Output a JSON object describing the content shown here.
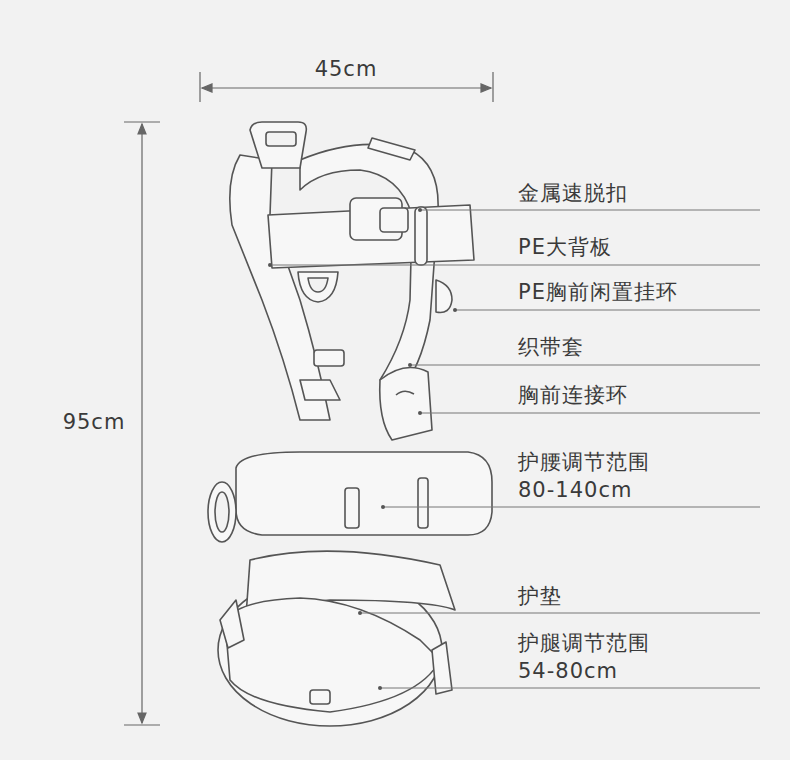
{
  "diagram": {
    "labels": [
      "45cm",
      "95cm",
      "金属速脱扣",
      "PE大背板",
      "PE胸前闲置挂环",
      "织带套",
      "胸前连接环",
      "护腰调节范围",
      "80-140cm",
      "护垫",
      "护腿调节范围",
      "54-80cm"
    ]
  }
}
